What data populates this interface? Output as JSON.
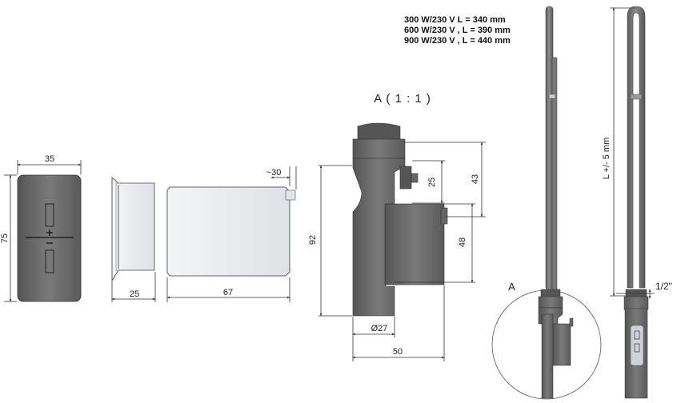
{
  "specs": [
    "300 W/230 V   L = 340 mm",
    "600 W/230 V ,  L = 390 mm",
    "900 W/230 V ,  L = 440 mm"
  ],
  "detail_title": "A ( 1 : 1 )",
  "detail_marker": "A",
  "dimensions": {
    "front_width": "35",
    "front_height": "75",
    "cap_depth": "25",
    "housing_length": "67",
    "housing_tip": "~30",
    "total_height": "92",
    "upper_offset": "25",
    "top_offset": "43",
    "lower_block": "48",
    "diameter": "Ø27",
    "overall_width": "50",
    "length_tolerance": "L  +/- 5 mm",
    "thread": "1/2\""
  },
  "colors": {
    "body": "#6b6b6b",
    "body_dark": "#4a4a4a",
    "cap": "#e9eaee",
    "line": "#333333"
  }
}
